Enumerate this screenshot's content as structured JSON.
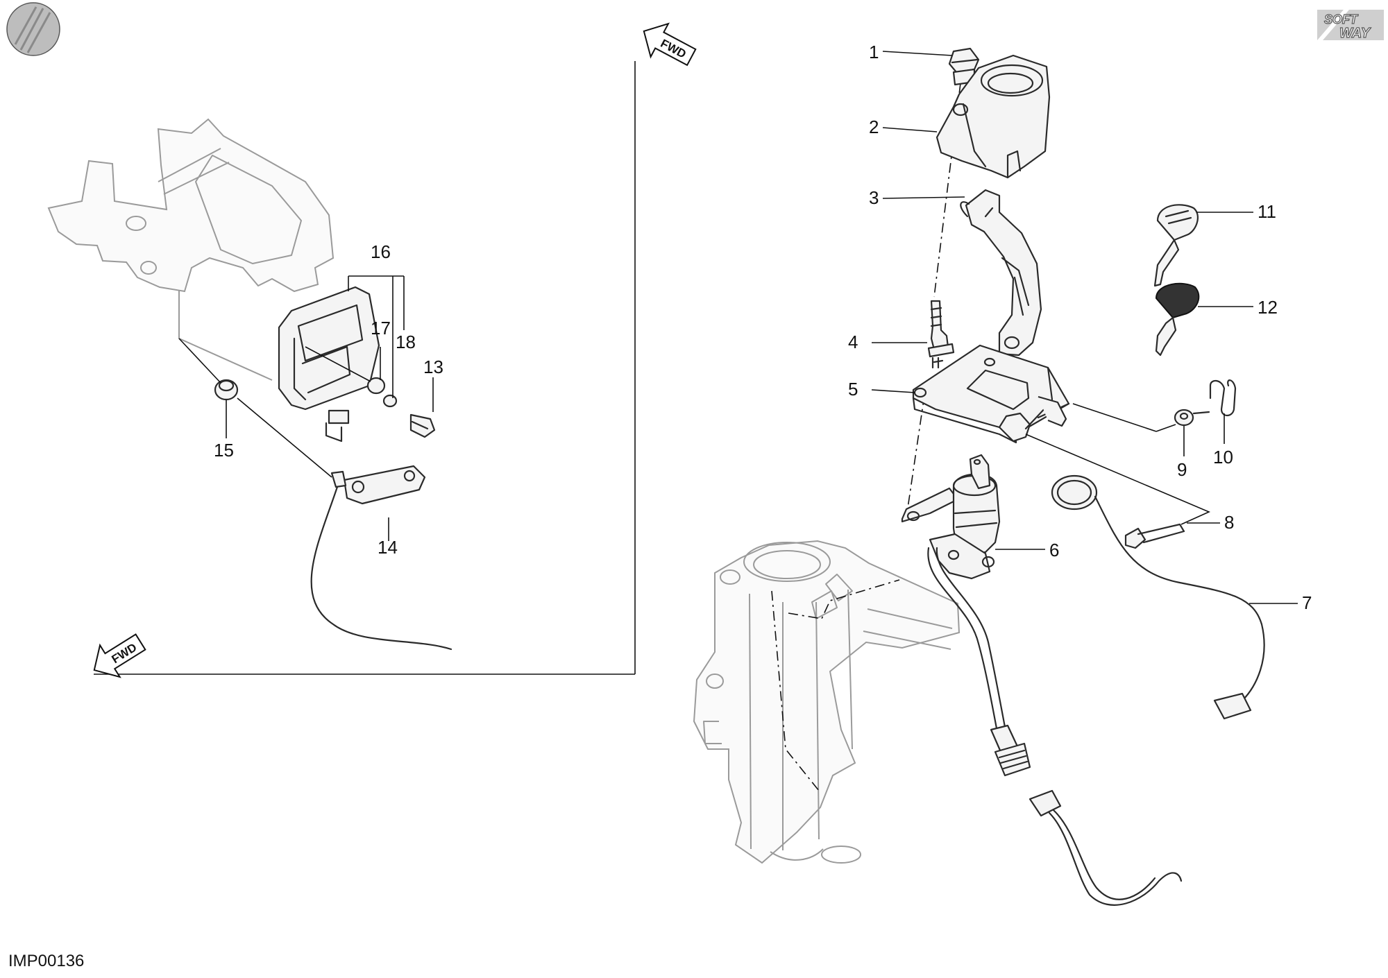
{
  "diagram": {
    "document_code": "IMP00136",
    "fwd_label": "FWD",
    "logo_text_top": "SOFT",
    "logo_text_bottom": "WAY",
    "callouts": {
      "c1": "1",
      "c2": "2",
      "c3": "3",
      "c4": "4",
      "c5": "5",
      "c6": "6",
      "c7": "7",
      "c8": "8",
      "c9": "9",
      "c10": "10",
      "c11": "11",
      "c12": "12",
      "c13": "13",
      "c14": "14",
      "c15": "15",
      "c16": "16",
      "c17": "17",
      "c18": "18"
    }
  }
}
